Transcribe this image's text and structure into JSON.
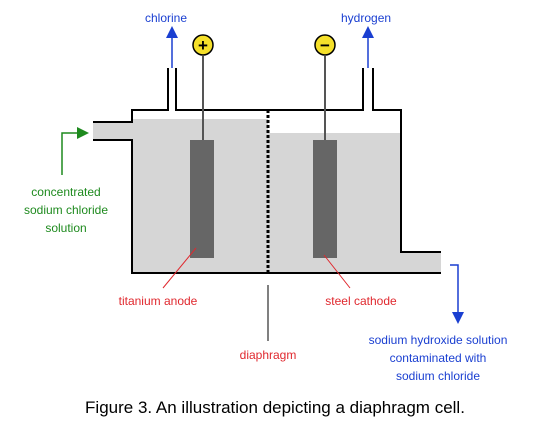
{
  "labels": {
    "chlorine": "chlorine",
    "hydrogen": "hydrogen",
    "inlet_line1": "concentrated",
    "inlet_line2": "sodium chloride",
    "inlet_line3": "solution",
    "anode": "titanium anode",
    "cathode": "steel cathode",
    "diaphragm": "diaphragm",
    "outlet_line1": "sodium hydroxide solution",
    "outlet_line2": "contaminated with",
    "outlet_line3": "sodium chloride",
    "plus_sign": "+",
    "minus_sign": "−"
  },
  "caption": "Figure 3. An illustration depicting a diaphragm cell.",
  "colors": {
    "gas_arrows": "#1a3fd1",
    "gas_labels": "#1a3fd1",
    "inlet": "#1e8a1e",
    "component_labels": "#e0282e",
    "outlet": "#1a3fd1",
    "electrolyte": "#d6d6d6",
    "electrode": "#666666",
    "terminal": "#f5e02a"
  }
}
